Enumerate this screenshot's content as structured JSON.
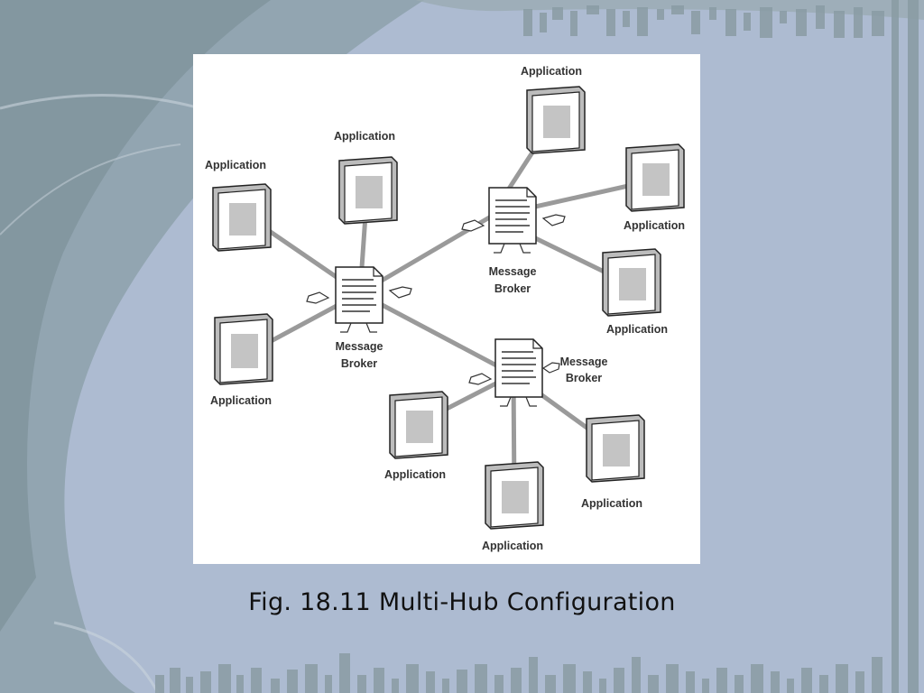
{
  "slide": {
    "caption": "Fig. 18.11 Multi-Hub Configuration"
  },
  "diagram": {
    "brokers": [
      {
        "id": "b1",
        "line1": "Message",
        "line2": "Broker"
      },
      {
        "id": "b2",
        "line1": "Message",
        "line2": "Broker"
      },
      {
        "id": "b3",
        "line1": "Message",
        "line2": "Broker"
      }
    ],
    "applications": [
      {
        "id": "a1",
        "label": "Application",
        "broker": "b1"
      },
      {
        "id": "a2",
        "label": "Application",
        "broker": "b1"
      },
      {
        "id": "a3",
        "label": "Application",
        "broker": "b1"
      },
      {
        "id": "a4",
        "label": "Application",
        "broker": "b2"
      },
      {
        "id": "a5",
        "label": "Application",
        "broker": "b2"
      },
      {
        "id": "a6",
        "label": "Application",
        "broker": "b2"
      },
      {
        "id": "a7",
        "label": "Application",
        "broker": "b3"
      },
      {
        "id": "a8",
        "label": "Application",
        "broker": "b3"
      },
      {
        "id": "a9",
        "label": "Application",
        "broker": "b3"
      }
    ],
    "broker_links": [
      {
        "from": "b1",
        "to": "b2"
      },
      {
        "from": "b1",
        "to": "b3"
      }
    ]
  },
  "colors": {
    "slide_background": "#aebcd2",
    "connector": "#9a9a9a",
    "application_box": "#bcbcbc",
    "broker_lines": "#333333"
  }
}
